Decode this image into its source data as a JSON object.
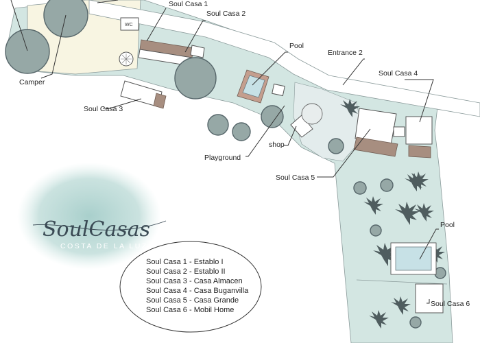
{
  "labels": {
    "soul_casa_1": "Soul Casa 1",
    "soul_casa_2": "Soul Casa 2",
    "soul_casa_3": "Soul Casa 3",
    "soul_casa_4": "Soul Casa 4",
    "soul_casa_5": "Soul Casa 5",
    "soul_casa_6": "Soul Casa 6",
    "pool_top": "Pool",
    "pool_bottom": "Pool",
    "entrance": "Entrance 2",
    "camper": "Camper",
    "playground": "Playground",
    "shop": "shop",
    "wc": "WC"
  },
  "logo": {
    "name": "SoulCasas",
    "subtitle": "COSTA DE LA LUZ"
  },
  "legend": [
    "Soul Casa 1  - Establo I",
    "Soul Casa 2 - Establo II",
    "Soul Casa 3 - Casa Almacen",
    "Soul Casa 4 - Casa Buganvilla",
    "Soul Casa 5 - Casa Grande",
    "Soul Casa 6 - Mobil Home"
  ],
  "colors": {
    "grounds": "#d3e6e2",
    "cream_area": "#f8f5e2",
    "road": "#ffffff",
    "tree_fill": "#96a8a6",
    "logo_wash": "#a9cfcb"
  }
}
